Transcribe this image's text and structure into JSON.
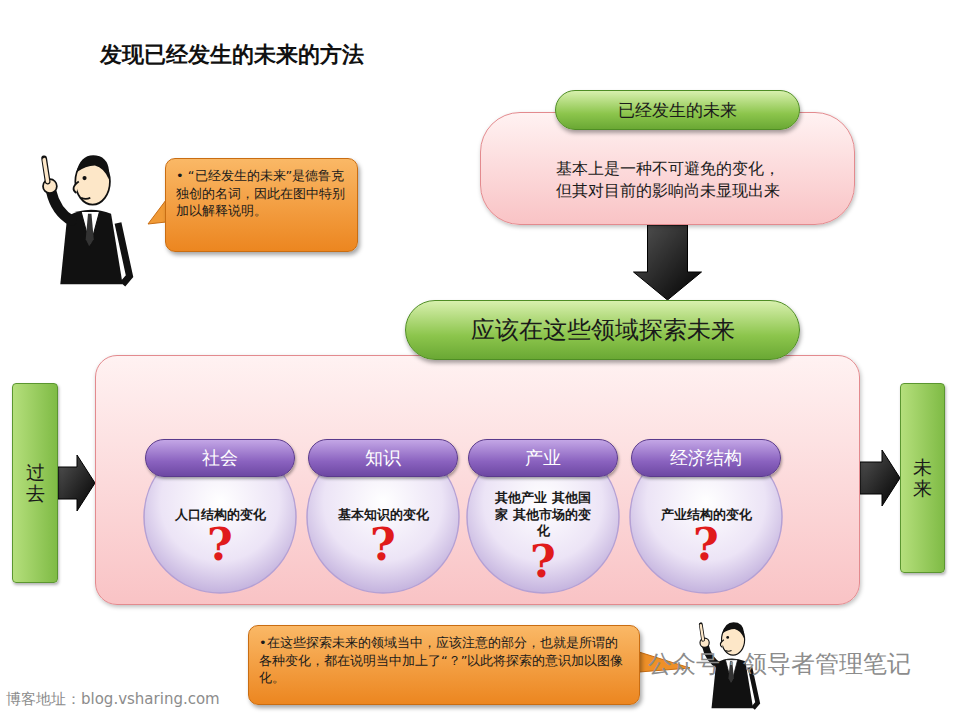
{
  "diagram": {
    "title": "发现已经发生的未来的方法",
    "nodes": [
      {
        "text": [
          "• “已经发生的未来”是德鲁克独创的名词，因此在图中特别加以解释说明。"
        ]
      },
      {
        "text": [
          "已经发生的未来",
          "基本上是一种不可避免的变化， 但其对目前的影响尚未显现出来"
        ]
      },
      {
        "text": [
          "过去"
        ]
      },
      {
        "text": [
          "应该在这些领域探索未来"
        ]
      },
      {
        "text": [
          "社会",
          "人口结构的变化"
        ],
        "in": 3
      },
      {
        "text": [
          "知识",
          "基本知识的变化"
        ],
        "in": 3
      },
      {
        "text": [
          "产业",
          "其他产业 其他国家 其他市场的变化"
        ],
        "in": 3
      },
      {
        "text": [
          "经济结构",
          "产业结构的变化"
        ],
        "in": 3
      },
      {
        "text": [
          "未来"
        ]
      },
      {
        "text": [
          "•在这些探索未来的领域当中，应该注意的部分，也就是所谓的各种变化，都在说明当中加上了“？”以此将探索的意识加以图像化。"
        ]
      }
    ],
    "edges": [
      {
        "from": 1,
        "to": 3,
        "arrow": "to"
      },
      {
        "from": 2,
        "to": 3,
        "arrow": "to"
      },
      {
        "from": 3,
        "to": 8,
        "arrow": "to"
      }
    ],
    "labels": [
      "?",
      "?",
      "?",
      "?",
      "博客地址：blog.vsharing.com",
      "公众号 · 领导者管理笔记"
    ]
  }
}
